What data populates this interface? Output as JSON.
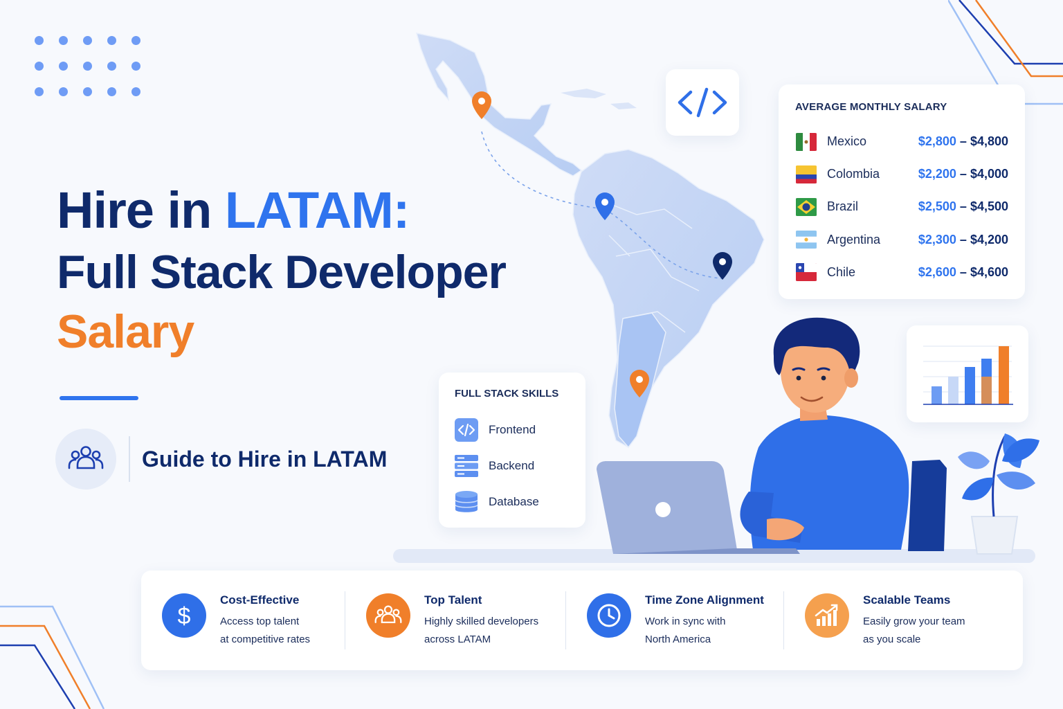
{
  "headline": {
    "line1_prefix": "Hire in ",
    "line1_accent": "LATAM:",
    "line2": "Full Stack Developer",
    "line3": "Salary"
  },
  "guide": {
    "label": "Guide to Hire in LATAM",
    "icon": "team-icon"
  },
  "salary_card": {
    "title": "AVERAGE MONTHLY SALARY",
    "rows": [
      {
        "country": "Mexico",
        "low": "$2,800",
        "high": "$4,800",
        "flag": "mexico-flag-icon"
      },
      {
        "country": "Colombia",
        "low": "$2,200",
        "high": "$4,000",
        "flag": "colombia-flag-icon"
      },
      {
        "country": "Brazil",
        "low": "$2,500",
        "high": "$4,500",
        "flag": "brazil-flag-icon"
      },
      {
        "country": "Argentina",
        "low": "$2,300",
        "high": "$4,200",
        "flag": "argentina-flag-icon"
      },
      {
        "country": "Chile",
        "low": "$2,600",
        "high": "$4,600",
        "flag": "chile-flag-icon"
      }
    ],
    "separator": " – "
  },
  "skills_card": {
    "title": "FULL STACK SKILLS",
    "items": [
      {
        "label": "Frontend",
        "icon": "code-icon"
      },
      {
        "label": "Backend",
        "icon": "server-icon"
      },
      {
        "label": "Database",
        "icon": "database-icon"
      }
    ]
  },
  "features": [
    {
      "title": "Cost-Effective",
      "line1": "Access top talent",
      "line2": "at competitive rates",
      "icon": "dollar-icon",
      "color": "#2f6fe8"
    },
    {
      "title": "Top Talent",
      "line1": "Highly skilled developers",
      "line2": "across LATAM",
      "icon": "team-icon",
      "color": "#f07f2a"
    },
    {
      "title": "Time Zone Alignment",
      "line1": "Work in sync with",
      "line2": "North America",
      "icon": "clock-icon",
      "color": "#2f6fe8"
    },
    {
      "title": "Scalable Teams",
      "line1": "Easily grow your team",
      "line2": "as you scale",
      "icon": "growth-chart-icon",
      "color": "#f5a04e"
    }
  ],
  "colors": {
    "navy": "#0f2a6b",
    "blue": "#2f74ee",
    "orange": "#f07f2a",
    "background": "#f7f9fd"
  }
}
